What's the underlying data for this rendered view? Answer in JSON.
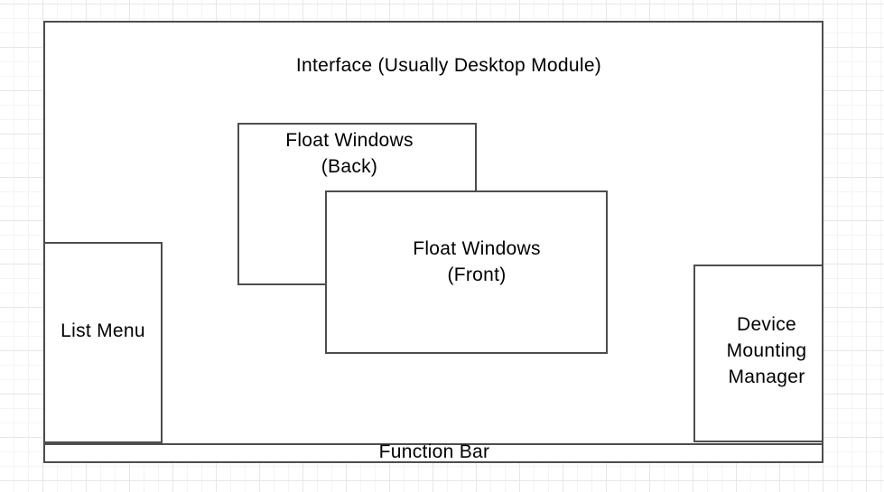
{
  "diagram": {
    "title": "Interface (Usually Desktop Module)",
    "nodes": [
      {
        "id": "interface",
        "label": "Interface (Usually Desktop Module)"
      },
      {
        "id": "float-windows-back",
        "lines": [
          "Float Windows",
          "(Back)"
        ]
      },
      {
        "id": "float-windows-front",
        "lines": [
          "Float Windows",
          "(Front)"
        ]
      },
      {
        "id": "list-menu",
        "label": "List Menu"
      },
      {
        "id": "device-mounting-manager",
        "lines": [
          "Device",
          "Mounting",
          "Manager"
        ]
      },
      {
        "id": "function-bar",
        "label": "Function Bar"
      }
    ],
    "colors": {
      "background": "#ffffff",
      "border": "#4d4d4d",
      "text": "#000000",
      "grid_minor": "#f4f4f4",
      "grid_major": "#e7e7e7"
    }
  }
}
